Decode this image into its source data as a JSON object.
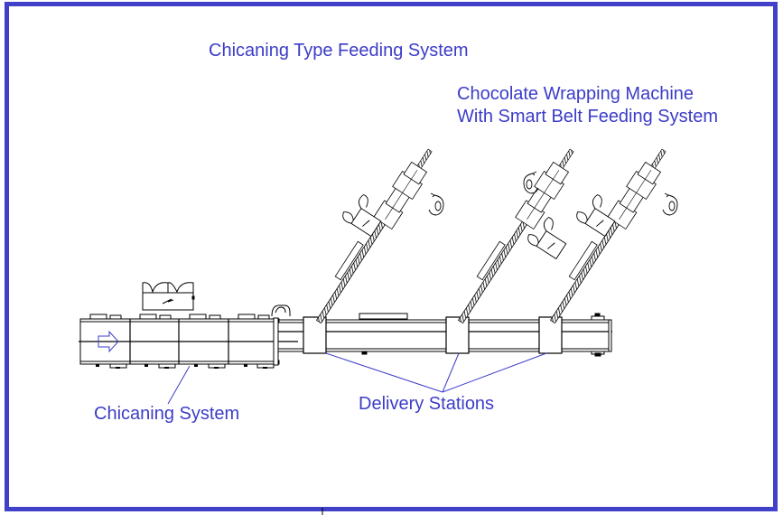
{
  "diagram": {
    "title": "Chicaning Type Feeding System",
    "labels": {
      "machine_line1": "Chocolate Wrapping Machine",
      "machine_line2": "With Smart Belt Feeding System",
      "chicaning_system": "Chicaning System",
      "delivery_stations": "Delivery Stations"
    },
    "colors": {
      "frame": "#4040c8",
      "label_text": "#3c3cc8",
      "leader_lines": "#3c3cc8",
      "drawing": "#000000"
    },
    "components": {
      "chicaning_segments": 4,
      "delivery_stations": 3,
      "wrapping_machines": 3,
      "flow_direction": "right"
    }
  }
}
